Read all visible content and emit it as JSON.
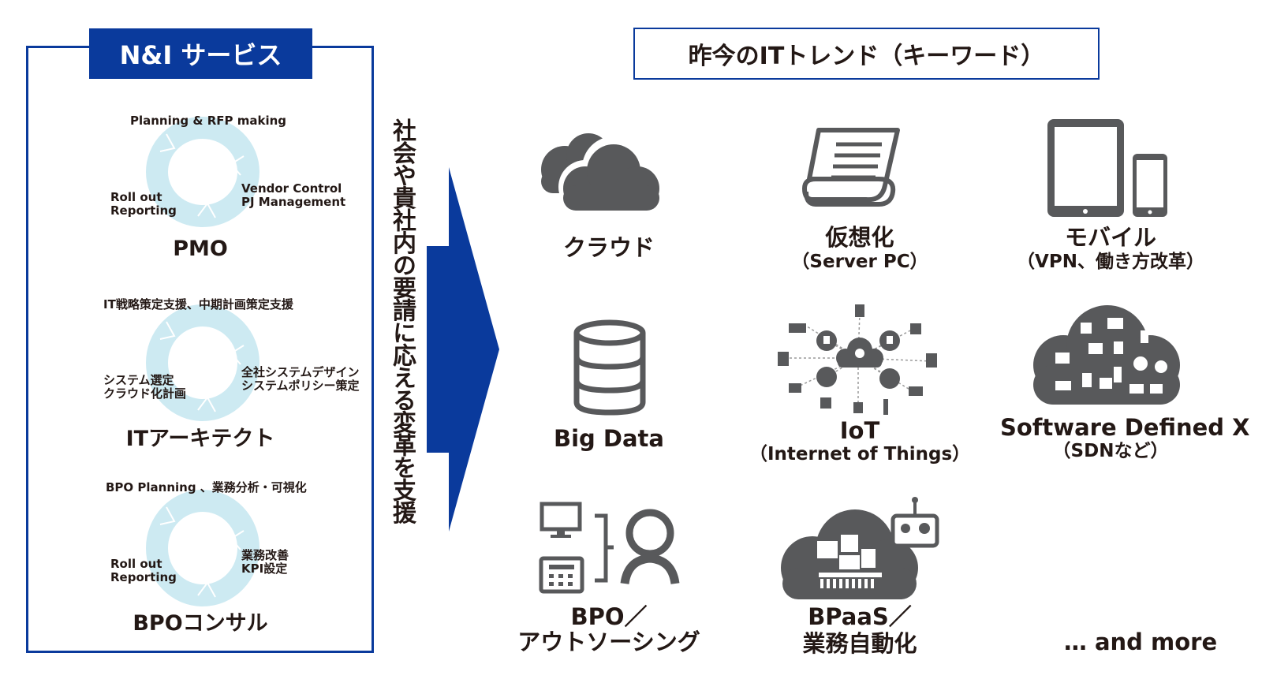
{
  "left": {
    "title": "N&I サービス",
    "pmo": {
      "top": "Planning & RFP making",
      "right1": "Vendor Control",
      "right2": "PJ Management",
      "left1": "Roll out",
      "left2": "Reporting",
      "name": "PMO"
    },
    "ita": {
      "top": "IT戦略策定支援、中期計画策定支援",
      "right1": "全社システムデザイン",
      "right2": "システムポリシー策定",
      "left1": "システム選定",
      "left2": "クラウド化計画",
      "name": "ITアーキテクト"
    },
    "bpo": {
      "top": "BPO Planning 、業務分析・可視化",
      "right1": "業務改善",
      "right2": "KPI設定",
      "left1": "Roll out",
      "left2": "Reporting",
      "name": "BPOコンサル"
    }
  },
  "vertical_text": "社会や貴社内の要請に応える変革を支援",
  "right": {
    "title": "昨今のITトレンド（キーワード）",
    "items": {
      "cloud": {
        "l1": "クラウド"
      },
      "virtual": {
        "l1": "仮想化",
        "l2": "（Server PC）"
      },
      "mobile": {
        "l1": "モバイル",
        "l2": "（VPN、働き方改革）"
      },
      "bigdata": {
        "l1": "Big Data"
      },
      "iot": {
        "l1": "IoT",
        "l2": "（Internet of Things）"
      },
      "sdx": {
        "l1": "Software Defined X",
        "l2": "（SDNなど）"
      },
      "bpo": {
        "l1": "BPO／",
        "l2": "アウトソーシング"
      },
      "bpaas": {
        "l1": "BPaaS／",
        "l2": "業務自動化"
      },
      "more": {
        "l1": "… and more"
      }
    }
  },
  "colors": {
    "brand_blue": "#0a3a9c",
    "cycle_fill": "#cdeaf2",
    "icon_gray": "#58595b"
  }
}
